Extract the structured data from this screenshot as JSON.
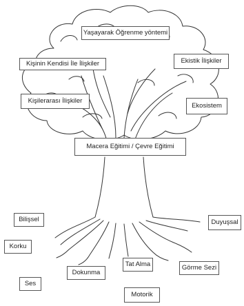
{
  "crown_labels": {
    "top": "Yaşayarak Öğrenme yöntemi",
    "left_upper": "Kişinin Kendisi İle İlişkiler",
    "right_upper": "Ekistik İlişkiler",
    "left_lower": "Kişilerarası İlişkiler",
    "right_lower": "Ekosistem"
  },
  "trunk_label": "Macera Eğitimi / Çevre Eğitimi",
  "root_labels": {
    "bilissel": "Bilişsel",
    "duyussal": "Duyuşsal",
    "korku": "Korku",
    "tat_alma": "Tat Alma",
    "dokunma": "Dokunma",
    "gorme_sezi": "Görme Sezi",
    "ses": "Ses",
    "motorik": "Motorik"
  }
}
